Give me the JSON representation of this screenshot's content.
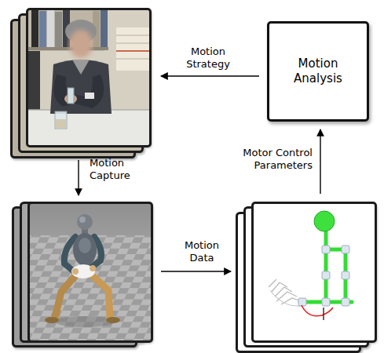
{
  "diagram": {
    "nodes": [
      {
        "text": []
      },
      {
        "text": [
          "Motion Analysis"
        ]
      },
      {
        "text": []
      },
      {
        "text": []
      }
    ],
    "edges": [
      {
        "from": 1,
        "to": 0,
        "label": "Motion Strategy",
        "arrow": "to"
      },
      {
        "from": 0,
        "to": 2,
        "label": "Motion Capture",
        "arrow": "to"
      },
      {
        "from": 2,
        "to": 3,
        "label": "Motion Data",
        "arrow": "to"
      },
      {
        "from": 3,
        "to": 1,
        "label": "Motor Control Parameters",
        "arrow": "to"
      }
    ]
  }
}
